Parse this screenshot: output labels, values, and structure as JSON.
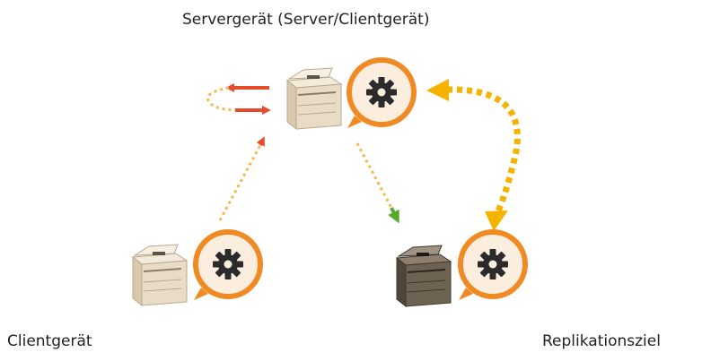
{
  "labels": {
    "server": "Servergerät (Server/Clientgerät)",
    "client": "Clientgerät",
    "replication_target": "Replikationsziel"
  },
  "colors": {
    "red_arrow": "#e84a2c",
    "orange_dotted": "#f5b74a",
    "yellow_arrow": "#f5b300",
    "green_arrow": "#5aa82a",
    "gear_badge_fill": "#fbeede",
    "gear_badge_ring": "#f08a24",
    "gear": "#2b2b2b",
    "printer_beige": "#e9dcc6",
    "printer_dark": "#6e6253"
  },
  "icons": [
    "printer-icon",
    "gear-icon"
  ]
}
